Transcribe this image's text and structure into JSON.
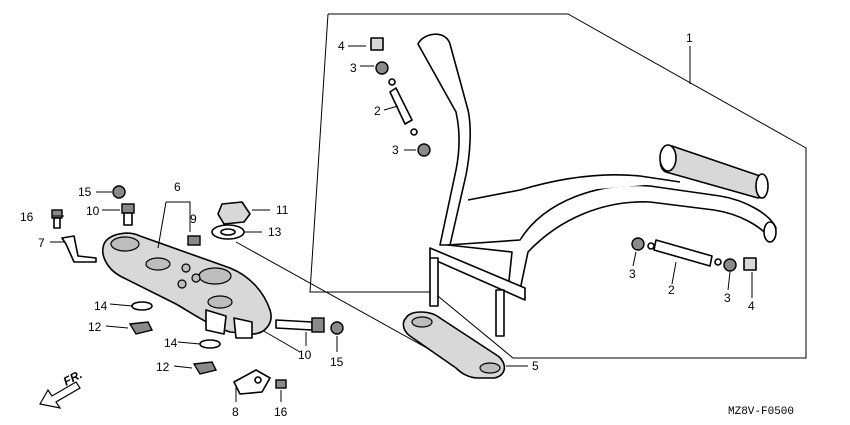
{
  "diagram": {
    "code": "MZ8V-F0500",
    "direction_label": "FR.",
    "callouts": [
      {
        "id": "c1",
        "text": "1"
      },
      {
        "id": "c4a",
        "text": "4"
      },
      {
        "id": "c3a",
        "text": "3"
      },
      {
        "id": "c2a",
        "text": "2"
      },
      {
        "id": "c3b",
        "text": "3"
      },
      {
        "id": "c6",
        "text": "6"
      },
      {
        "id": "c9",
        "text": "9"
      },
      {
        "id": "c15a",
        "text": "15"
      },
      {
        "id": "c10a",
        "text": "10"
      },
      {
        "id": "c16a",
        "text": "16"
      },
      {
        "id": "c11",
        "text": "11"
      },
      {
        "id": "c13",
        "text": "13"
      },
      {
        "id": "c7",
        "text": "7"
      },
      {
        "id": "c14a",
        "text": "14"
      },
      {
        "id": "c12a",
        "text": "12"
      },
      {
        "id": "c14b",
        "text": "14"
      },
      {
        "id": "c12b",
        "text": "12"
      },
      {
        "id": "c8",
        "text": "8"
      },
      {
        "id": "c16b",
        "text": "16"
      },
      {
        "id": "c10b",
        "text": "10"
      },
      {
        "id": "c15b",
        "text": "15"
      },
      {
        "id": "c5",
        "text": "5"
      },
      {
        "id": "c3c",
        "text": "3"
      },
      {
        "id": "c2b",
        "text": "2"
      },
      {
        "id": "c3d",
        "text": "3"
      },
      {
        "id": "c4b",
        "text": "4"
      }
    ]
  }
}
